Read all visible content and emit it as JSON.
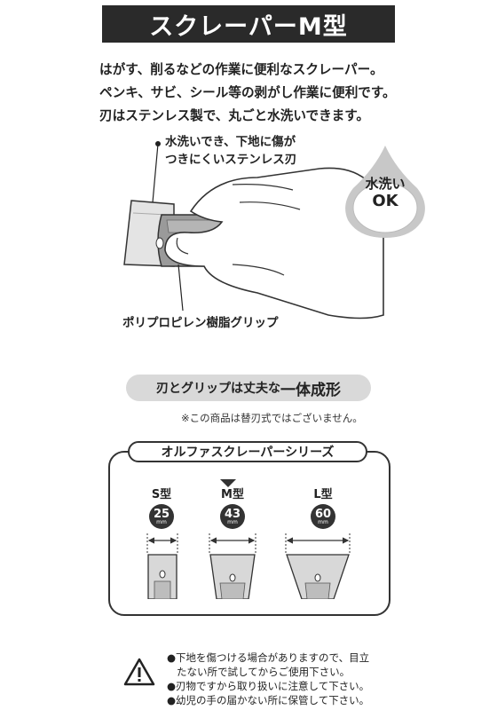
{
  "title": "スクレーパーM型",
  "intro": [
    "はがす、削るなどの作業に便利なスクレーパー。",
    "ペンキ、サビ、シール等の剥がし作業に便利です。",
    "刃はステンレス製で、丸ごと水洗いできます。"
  ],
  "callouts": {
    "blade_line1": "水洗いでき、下地に傷が",
    "blade_line2": "つきにくいステンレス刃",
    "grip": "ポリプロピレン樹脂グリップ"
  },
  "badge": {
    "line1": "水洗い",
    "line2": "OK"
  },
  "integral": {
    "prefix": "刃とグリップは丈夫な",
    "emphasis": "一体成形"
  },
  "note": "※この商品は替刃式ではございません。",
  "series": {
    "label": "オルファスクレーパーシリーズ",
    "models": [
      {
        "name": "S型",
        "size": "25",
        "unit": "mm",
        "selected": false
      },
      {
        "name": "M型",
        "size": "43",
        "unit": "mm",
        "selected": true
      },
      {
        "name": "L型",
        "size": "60",
        "unit": "mm",
        "selected": false
      }
    ]
  },
  "warnings": [
    "●下地を傷つける場合がありますので、目立",
    "たない所で試してからご使用下さい。",
    "●刃物ですから取り扱いに注意して下さい。",
    "●幼児の手の届かない所に保管して下さい。"
  ],
  "colors": {
    "dark": "#2a2a2a",
    "pill": "#d9d9d9",
    "drop": "#c8c8c8"
  }
}
